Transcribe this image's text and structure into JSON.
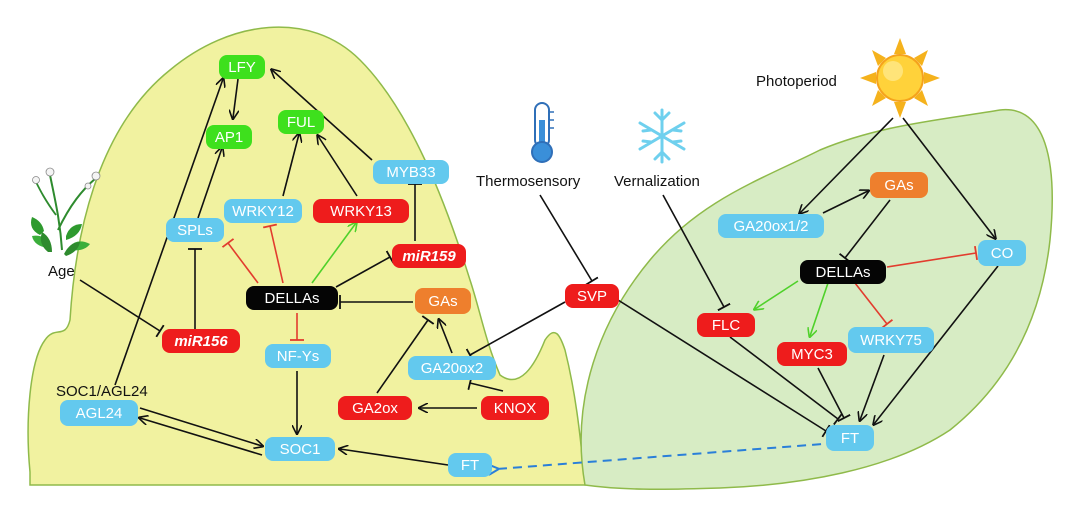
{
  "colors": {
    "shoot_fill": "#f1f2a0",
    "shoot_stroke": "#8fba4a",
    "leaf_fill": "#d7ecc4",
    "leaf_stroke": "#8fba4a",
    "green_node": "#3ee01d",
    "blue_node": "#63c9ee",
    "red_node": "#ee1c1c",
    "orange_node": "#ee7f2d",
    "black_node": "#050505",
    "activation_arrow": "#111111",
    "repression_red": "#e23c2e",
    "activation_green": "#4fd12a",
    "dashed_blue": "#2a7fd9"
  },
  "nodes": {
    "lfy": "LFY",
    "ap1": "AP1",
    "ful": "FUL",
    "myb33": "MYB33",
    "spls": "SPLs",
    "wrky12": "WRKY12",
    "wrky13": "WRKY13",
    "mir159": "miR159",
    "dellas_left": "DELLAs",
    "gas_left": "GAs",
    "mir156": "miR156",
    "nfys": "NF-Ys",
    "ga20ox2": "GA20ox2",
    "soc1_agl24_label": "SOC1/AGL24",
    "agl24": "AGL24",
    "ga2ox": "GA2ox",
    "knox": "KNOX",
    "soc1": "SOC1",
    "ft_left": "FT",
    "svp": "SVP",
    "gas_right": "GAs",
    "ga20ox12": "GA20ox1/2",
    "dellas_right": "DELLAs",
    "co": "CO",
    "flc": "FLC",
    "myc3": "MYC3",
    "wrky75": "WRKY75",
    "ft_right": "FT"
  },
  "labels": {
    "age": "Age",
    "thermosensory": "Thermosensory",
    "vernalization": "Vernalization",
    "photoperiod": "Photoperiod"
  },
  "icons": [
    "plant-icon",
    "thermometer-icon",
    "snowflake-icon",
    "sun-icon"
  ]
}
